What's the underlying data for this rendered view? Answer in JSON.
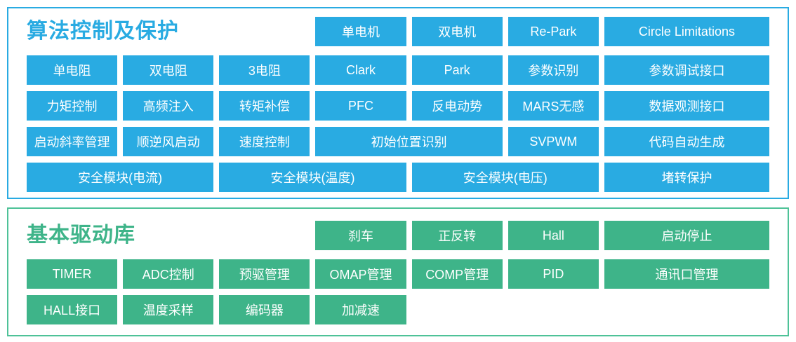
{
  "canvas": {
    "background": "#ffffff",
    "tile_text_color": "#ffffff"
  },
  "panels": [
    {
      "title": "算法控制及保护",
      "accent": "#29abe2",
      "border_color": "#29abe2",
      "tile_color": "#29abe2",
      "rows": [
        {
          "has_title": true,
          "tiles": [
            {
              "label": "单电机",
              "span": 1
            },
            {
              "label": "双电机",
              "span": 1
            },
            {
              "label": "Re-Park",
              "span": 1
            },
            {
              "label": "Circle Limitations",
              "span": 1
            }
          ]
        },
        {
          "has_title": false,
          "tiles": [
            {
              "label": "单电阻",
              "span": 1
            },
            {
              "label": "双电阻",
              "span": 1
            },
            {
              "label": "3电阻",
              "span": 1
            },
            {
              "label": "Clark",
              "span": 1
            },
            {
              "label": "Park",
              "span": 1
            },
            {
              "label": "参数识别",
              "span": 1
            },
            {
              "label": "参数调试接口",
              "span": 1
            }
          ]
        },
        {
          "has_title": false,
          "tiles": [
            {
              "label": "力矩控制",
              "span": 1
            },
            {
              "label": "高频注入",
              "span": 1
            },
            {
              "label": "转矩补偿",
              "span": 1
            },
            {
              "label": "PFC",
              "span": 1
            },
            {
              "label": "反电动势",
              "span": 1
            },
            {
              "label": "MARS无感",
              "span": 1
            },
            {
              "label": "数据观测接口",
              "span": 1
            }
          ]
        },
        {
          "has_title": false,
          "tiles": [
            {
              "label": "启动斜率管理",
              "span": 1
            },
            {
              "label": "顺逆风启动",
              "span": 1
            },
            {
              "label": "速度控制",
              "span": 1
            },
            {
              "label": "初始位置识别",
              "span": 2
            },
            {
              "label": "SVPWM",
              "span": 1
            },
            {
              "label": "代码自动生成",
              "span": 1
            }
          ]
        },
        {
          "has_title": false,
          "tiles": [
            {
              "label": "安全模块(电流)",
              "span": 2
            },
            {
              "label": "安全模块(温度)",
              "span": 2
            },
            {
              "label": "安全模块(电压)",
              "span": 2
            },
            {
              "label": "堵转保护",
              "span": 1
            }
          ]
        }
      ]
    },
    {
      "title": "基本驱动库",
      "accent": "#3eb489",
      "border_color": "#4ec298",
      "tile_color": "#3eb489",
      "rows": [
        {
          "has_title": true,
          "tiles": [
            {
              "label": "刹车",
              "span": 1
            },
            {
              "label": "正反转",
              "span": 1
            },
            {
              "label": "Hall",
              "span": 1
            },
            {
              "label": "启动停止",
              "span": 1
            }
          ]
        },
        {
          "has_title": false,
          "tiles": [
            {
              "label": "TIMER",
              "span": 1
            },
            {
              "label": "ADC控制",
              "span": 1
            },
            {
              "label": "预驱管理",
              "span": 1
            },
            {
              "label": "OMAP管理",
              "span": 1
            },
            {
              "label": "COMP管理",
              "span": 1
            },
            {
              "label": "PID",
              "span": 1
            },
            {
              "label": "通讯口管理",
              "span": 1
            }
          ]
        },
        {
          "has_title": false,
          "tiles": [
            {
              "label": "HALL接口",
              "span": 1
            },
            {
              "label": "温度采样",
              "span": 1
            },
            {
              "label": "编码器",
              "span": 1
            },
            {
              "label": "加减速",
              "span": 1
            }
          ]
        }
      ]
    }
  ]
}
